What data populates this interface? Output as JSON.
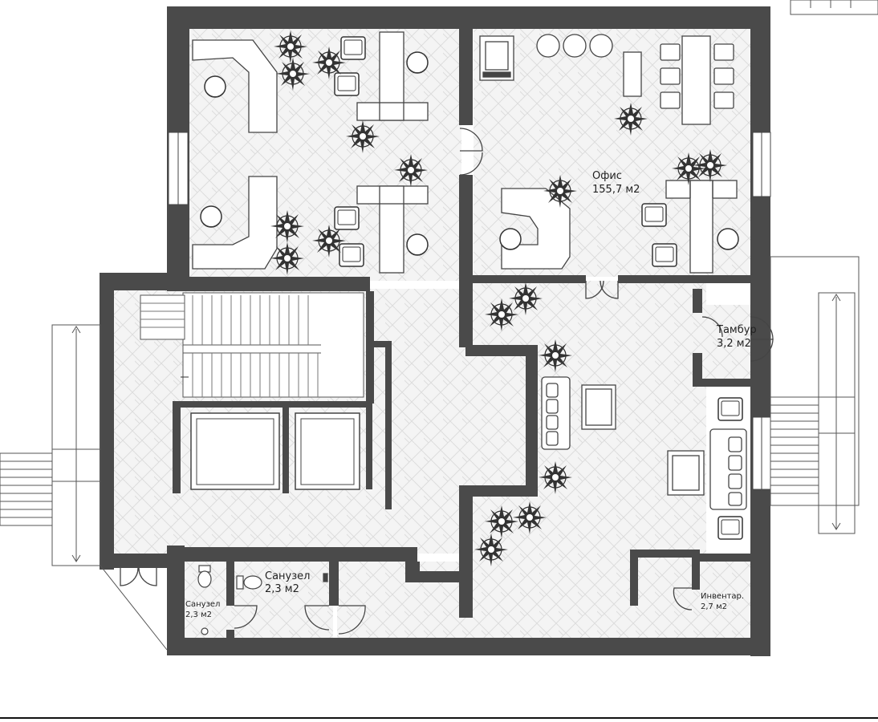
{
  "labels": {
    "office_name": "Офис",
    "office_area": "155,7 м2",
    "vestibule_name": "Тамбур",
    "vestibule_area": "3,2 м2",
    "wc1_name": "Санузел",
    "wc1_area": "2,3 м2",
    "wc2_name": "Санузел",
    "wc2_area": "2,3 м2",
    "storage_name": "Инвентар.",
    "storage_area": "2,7 м2"
  },
  "colors": {
    "wall": "#4a4a4a",
    "floor": "#f2f2f2",
    "line": "#555555",
    "plant": "#2f2f2f",
    "background": "#ffffff"
  }
}
